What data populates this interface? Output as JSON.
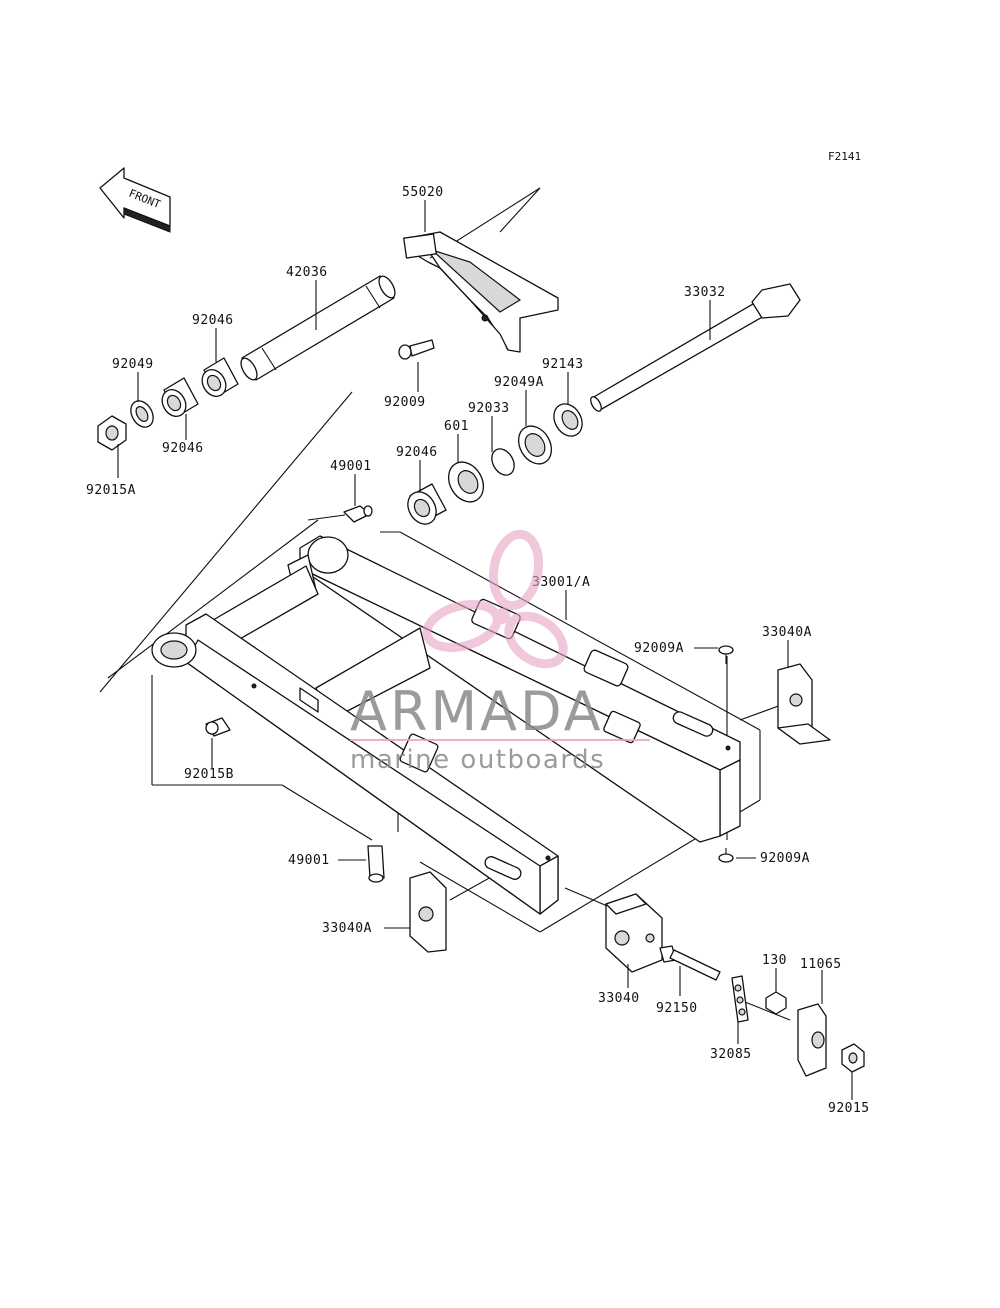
{
  "figure_code": "F2141",
  "front_marker": "FRONT",
  "watermark": {
    "brand": "ARMADA",
    "tagline": "marine outboards",
    "accent_color": "#e8a3c3"
  },
  "part_labels": [
    {
      "id": "55020",
      "text": "55020"
    },
    {
      "id": "42036",
      "text": "42036"
    },
    {
      "id": "33032",
      "text": "33032"
    },
    {
      "id": "92046-a",
      "text": "92046"
    },
    {
      "id": "92049",
      "text": "92049"
    },
    {
      "id": "92046-b",
      "text": "92046"
    },
    {
      "id": "92015A",
      "text": "92015A"
    },
    {
      "id": "92009",
      "text": "92009"
    },
    {
      "id": "92143",
      "text": "92143"
    },
    {
      "id": "92049A",
      "text": "92049A"
    },
    {
      "id": "92033",
      "text": "92033"
    },
    {
      "id": "601",
      "text": "601"
    },
    {
      "id": "92046-c",
      "text": "92046"
    },
    {
      "id": "49001-a",
      "text": "49001"
    },
    {
      "id": "33001A",
      "text": "33001/A"
    },
    {
      "id": "92009A-a",
      "text": "92009A"
    },
    {
      "id": "33040A-a",
      "text": "33040A"
    },
    {
      "id": "92015B",
      "text": "92015B"
    },
    {
      "id": "92009A-b",
      "text": "92009A"
    },
    {
      "id": "49001-b",
      "text": "49001"
    },
    {
      "id": "33040A-b",
      "text": "33040A"
    },
    {
      "id": "33040",
      "text": "33040"
    },
    {
      "id": "92150",
      "text": "92150"
    },
    {
      "id": "130",
      "text": "130"
    },
    {
      "id": "11065",
      "text": "11065"
    },
    {
      "id": "32085",
      "text": "32085"
    },
    {
      "id": "92015",
      "text": "92015"
    }
  ]
}
